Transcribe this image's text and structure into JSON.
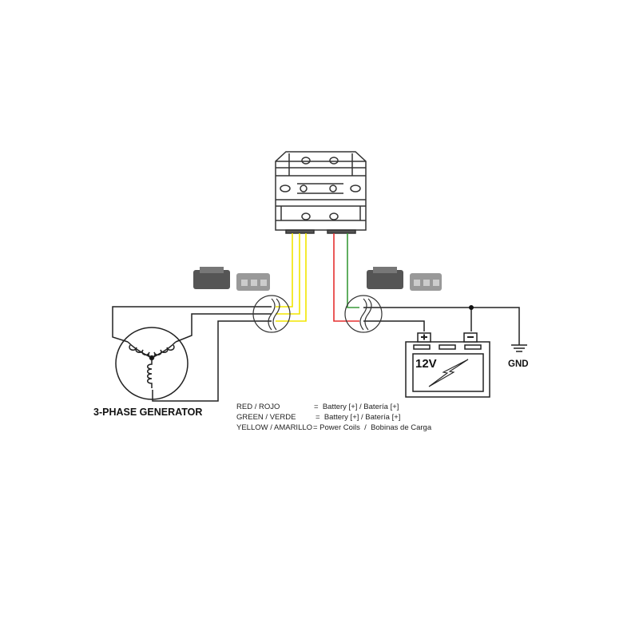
{
  "generator": {
    "label": "3-PHASE GENERATOR"
  },
  "battery": {
    "voltage_label": "12V",
    "plus_symbol": "+",
    "minus_symbol": "−"
  },
  "ground": {
    "label": "GND"
  },
  "legend": [
    {
      "color_name": "RED / ROJO",
      "meaning": "=  Battery [+] / Batería [+]"
    },
    {
      "color_name": "GREEN / VERDE",
      "meaning": "=  Battery [+] / Batería [+]"
    },
    {
      "color_name": "YELLOW / AMARILLO",
      "meaning": "= Power Coils  /  Bobinas de Carga"
    }
  ],
  "colors": {
    "red": "#e53030",
    "green": "#3a9a3a",
    "yellow": "#f2e600",
    "wire": "#222222"
  }
}
